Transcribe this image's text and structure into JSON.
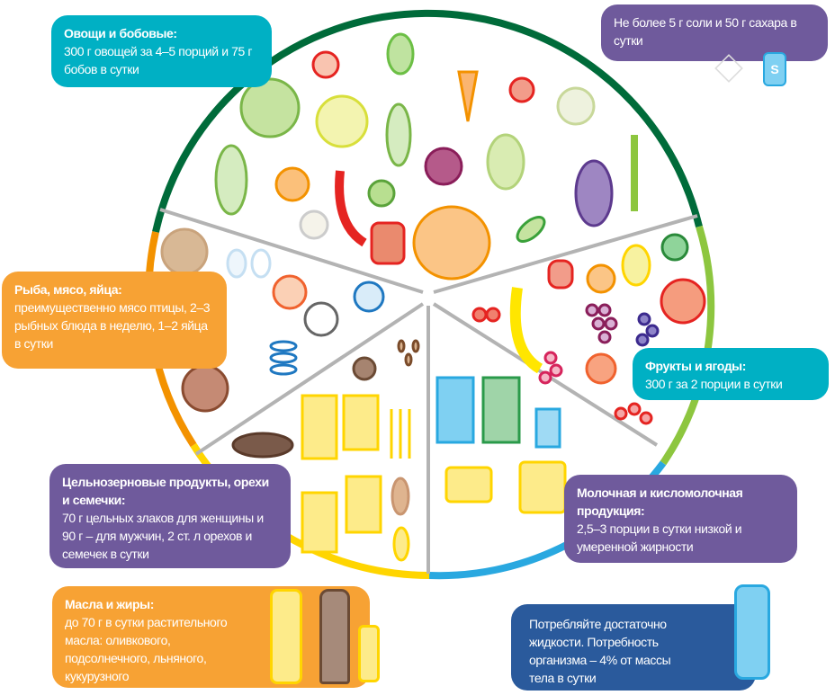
{
  "sections": {
    "vegetables": {
      "title": "Овощи и бобовые:",
      "text": "300 г овощей за 4–5 порций и 75 г бобов в сутки"
    },
    "salt_sugar": {
      "text": "Не более 5 г соли и 50 г сахара в сутки",
      "icon_letter": "S"
    },
    "protein": {
      "title": "Рыба, мясо, яйца:",
      "text": "преимущественно мясо птицы, 2–3 рыбных блюда в неделю, 1–2 яйца в сутки"
    },
    "fruits": {
      "title": "Фрукты и ягоды:",
      "text": "300 г за 2 порции в сутки"
    },
    "grains": {
      "title": "Цельнозерновые продукты, орехи и семечки:",
      "text": "70 г цельных злаков для женщины и 90 г – для мужчин, 2 ст. л орехов и семечек в сутки"
    },
    "dairy": {
      "title": "Молочная и кисломолочная продукция:",
      "text": "2,5–3 порции в сутки низкой и умеренной жирности"
    },
    "oils": {
      "title": "Масла и жиры:",
      "text": "до 70 г в сутки растительного масла: оливкового, подсолнечного, льняного, кукурузного"
    },
    "water": {
      "text": "Потребляйте достаточно жидкости. Потребность организма – 4% от массы тела в сутки"
    }
  },
  "colors": {
    "vegetables": "#006b3a",
    "protein": "#f39200",
    "grains": "#ffd500",
    "dairy": "#29a8e0",
    "fruits": "#8dc63f",
    "divider": "#b3b3b3"
  }
}
